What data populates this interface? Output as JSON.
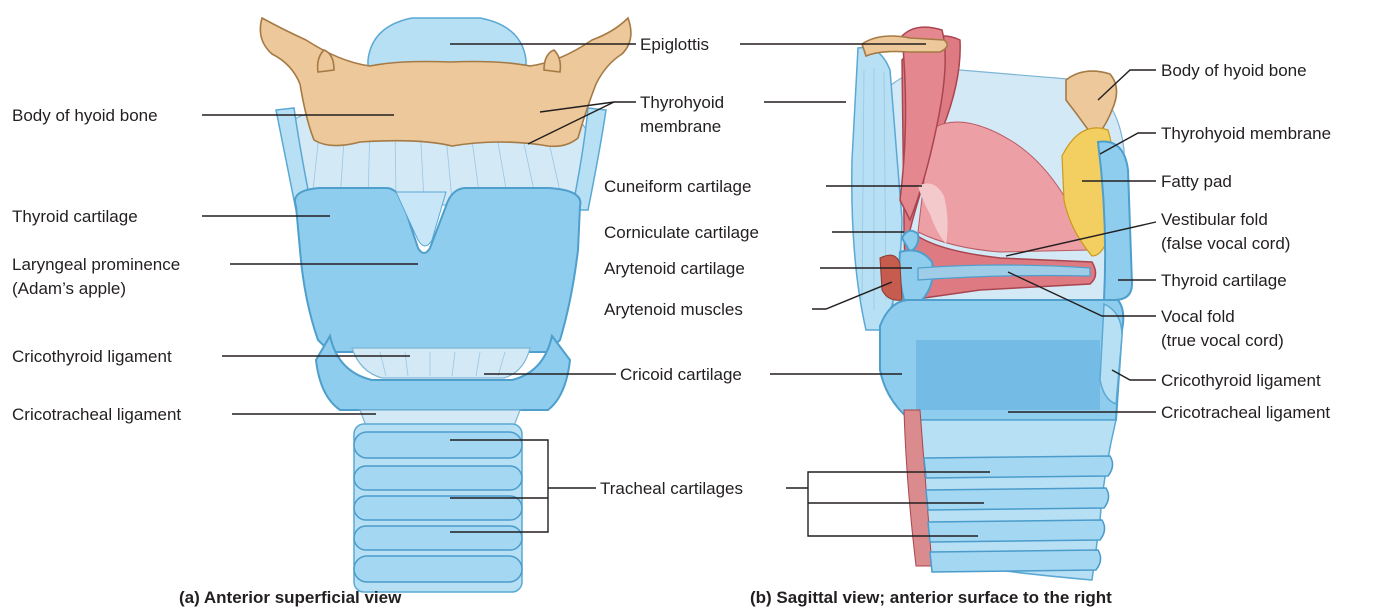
{
  "panel_a": {
    "caption": "(a) Anterior superficial view",
    "labels": {
      "body_of_hyoid_bone": "Body of hyoid bone",
      "thyroid_cartilage": "Thyroid cartilage",
      "laryngeal_prominence": "Laryngeal prominence",
      "adams_apple": "(Adam’s apple)",
      "cricothyroid_ligament": "Cricothyroid ligament",
      "cricotracheal_ligament": "Cricotracheal ligament"
    }
  },
  "center_labels": {
    "epiglottis": "Epiglottis",
    "thyrohyoid": "Thyrohyoid",
    "membrane": "membrane",
    "cuneiform_cartilage": "Cuneiform cartilage",
    "corniculate_cartilage": "Corniculate cartilage",
    "arytenoid_cartilage": "Arytenoid cartilage",
    "arytenoid_muscles": "Arytenoid muscles",
    "cricoid_cartilage": "Cricoid cartilage",
    "tracheal_cartilages": "Tracheal cartilages"
  },
  "panel_b": {
    "caption": "(b) Sagittal view; anterior surface to the right",
    "labels": {
      "body_of_hyoid_bone": "Body of hyoid bone",
      "thyrohyoid_membrane": "Thyrohyoid membrane",
      "fatty_pad": "Fatty pad",
      "vestibular_fold": "Vestibular fold",
      "false_vocal_cord": "(false vocal cord)",
      "thyroid_cartilage": "Thyroid cartilage",
      "vocal_fold": "Vocal fold",
      "true_vocal_cord": "(true vocal cord)",
      "cricothyroid_ligament": "Cricothyroid ligament",
      "cricotracheal_ligament": "Cricotracheal ligament"
    }
  }
}
